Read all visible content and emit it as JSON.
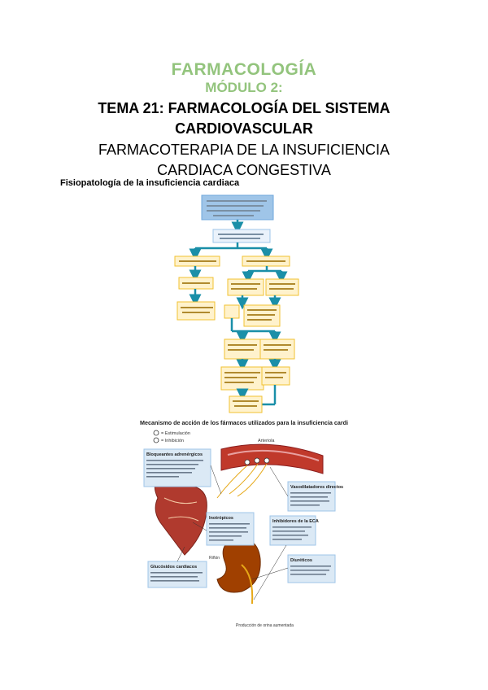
{
  "header": {
    "subject": "FARMACOLOGÍA",
    "module": "MÓDULO 2:",
    "topic_line1": "TEMA 21: FARMACOLOGÍA DEL SISTEMA",
    "topic_line2": "CARDIOVASCULAR",
    "subtitle_line1": "FARMACOTERAPIA DE LA INSUFICIENCIA",
    "subtitle_line2": "CARDIACA CONGESTIVA"
  },
  "section": {
    "heading": "Fisiopatología de la insuficiencia cardiaca"
  },
  "figure2": {
    "title": "Mecanismo de acción de los fármacos utilizados para la insuficiencia cardiaca",
    "legend_stimulation": "= Estimulación",
    "legend_inhibition": "= Inhibición",
    "box_beta_blockers": "Bloqueantes adrenérgicos",
    "box_vasodilators": "Vasodilatadores directos",
    "box_inotropic": "Inotrópicos",
    "box_ace": "Inhibidores de la ECA",
    "box_glycosides": "Glucósidos cardiacos",
    "box_diuretics": "Diuréticos",
    "label_arteriole": "Arteriola",
    "label_kidney": "Riñón",
    "caption_bottom": "Producción de orina aumentada"
  }
}
